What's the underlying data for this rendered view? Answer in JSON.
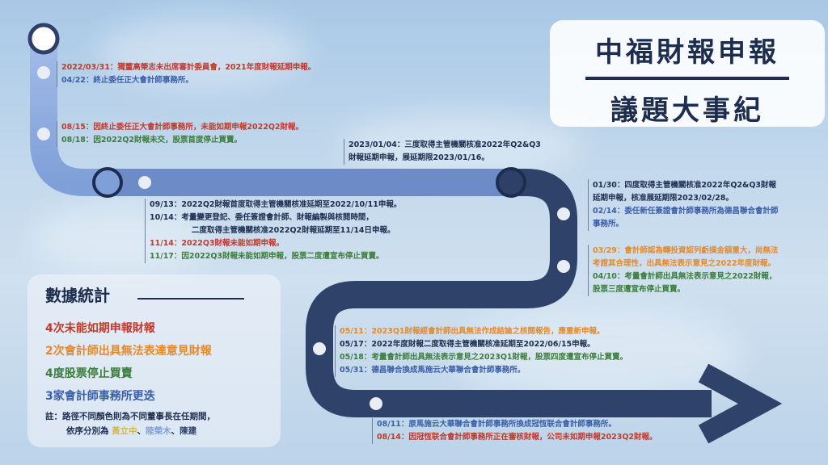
{
  "title": {
    "line1": "中福財報申報",
    "line2": "議題大事紀"
  },
  "colors": {
    "road_light": "#8ea9dc",
    "road_mid": "#6a89c6",
    "road_dark": "#2e4068",
    "navy": "#1d2d4f"
  },
  "events": {
    "e1": "2022/03/31：獨董高榮志未出席審計委員會，2021年度財報延期申報。",
    "e2": "04/22：終止委任正大會計師事務所。",
    "e3": "08/15：因終止委任正大會計師事務所，未能如期申報2022Q2財報。",
    "e4": "08/18：因2022Q2財報未交，股票首度停止買賣。",
    "e5a": "2023/01/04：三度取得主管機關核准2022年Q2&Q3",
    "e5b": "財報延期申報，展延期限2023/01/16。",
    "e6": "09/13：2022Q2財報首度取得主管機關核准延期至2022/10/11申報。",
    "e7a": "10/14：考量變更登記、委任簽證會計師、財報編製與核閱時間，",
    "e7b": "二度取得主管機關核准2022Q2財報延期至11/14日申報。",
    "e8": "11/14：2022Q3財報未能如期申報。",
    "e9": "11/17：因2022Q3財報未能如期申報，股票二度遭宣布停止買賣。",
    "e10a": "01/30：四度取得主管機關核准2022年Q2&Q3財報",
    "e10b": "延期申報，核准展延期限2023/02/28。",
    "e11a": "02/14：委任新任簽證會計師事務所為德昌聯合會計師",
    "e11b": "事務所。",
    "e12a": "03/29：會計師認為轉投資認列虧損金額重大，尚無法",
    "e12b": "考證其合理性，出具無法表示意見之2022年度財報。",
    "e13a": "04/10：考量會計師出具無法表示意見之2022財報，",
    "e13b": "股票三度遭宣布停止買賣。",
    "e14": "05/11：2023Q1財報經會計師出具無法作成結論之核閱報告，應重新申報。",
    "e15": "05/17：2022年度財報二度取得主管機關核准延期至2022/06/15申報。",
    "e16": "05/18：考量會計師出具無法表示意見之2023Q1財報，股票四度遭宣布停止買賣。",
    "e17": "05/31：德昌聯合換成馬施云大華聯合會計師事務所。",
    "e18": "08/11：原馬施云大華聯合會計師事務所換成冠恆联合會計師事務所。",
    "e19": "08/14：因冠恆联合會計師事務所正在審核財報，公司未如期申報2023Q2財報。"
  },
  "stats": {
    "title": "數據統計",
    "s1": "4次未能如期申報財報",
    "s2": "2次會計師出具無法表達意見財報",
    "s3": "4度股票停止買賣",
    "s4": "3家會計師事務所更迭",
    "note_line1": "註：路徑不同顏色則為不同董事長在任期間，",
    "note_line2_prefix": "依序分別為 ",
    "note_name1": "黃立中",
    "note_sep1": "、",
    "note_name2": "陸榮木",
    "note_sep2": "、",
    "note_name3": "陳建"
  }
}
